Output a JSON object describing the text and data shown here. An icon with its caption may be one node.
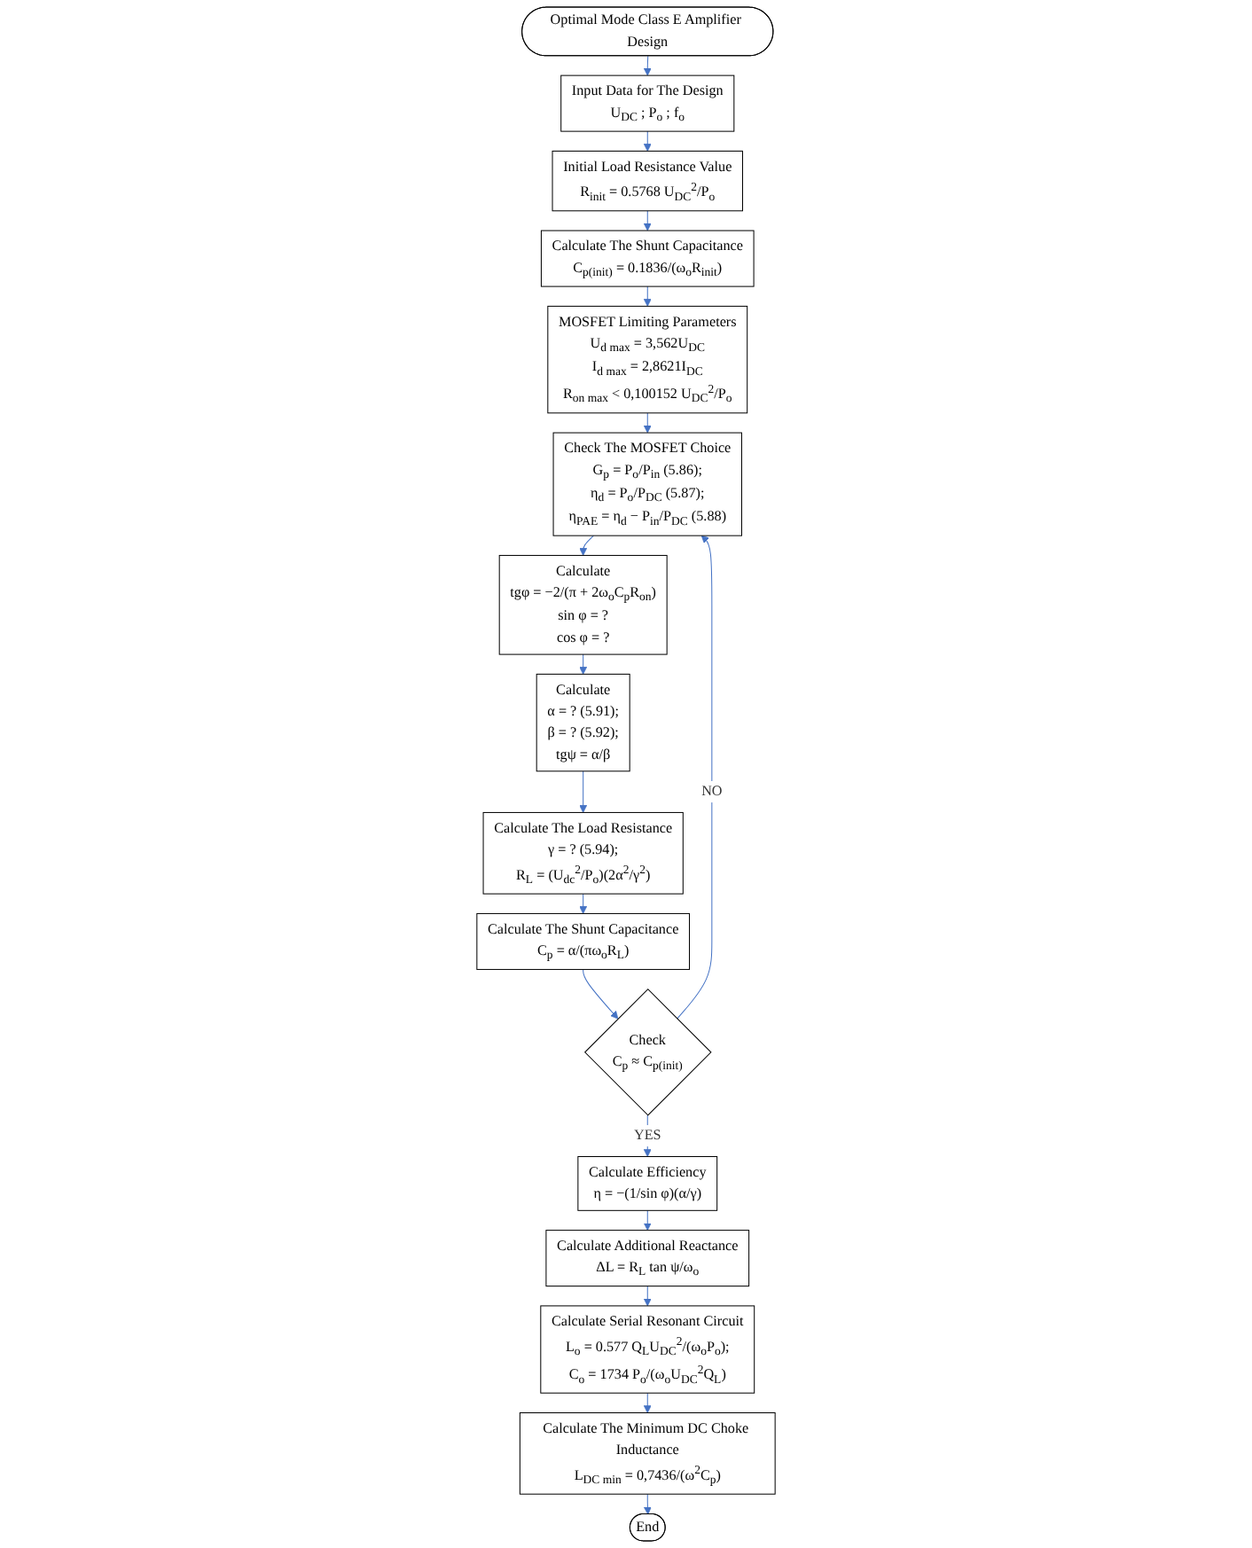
{
  "diagram": {
    "nodes": [
      {
        "text": [
          "Optimal Mode Class E Amplifier Design"
        ]
      },
      {
        "text": [
          "Input Data for The Design",
          "U$_{DC}$ ; P$_{o}$ ; f$_{o}$"
        ]
      },
      {
        "text": [
          "Initial Load Resistance Value",
          "R$_{init}$ = 0.5768 U$_{DC}$$^{2}$/P$_{o}$"
        ]
      },
      {
        "text": [
          "Calculate The Shunt Capacitance",
          "C$_{p(init)}$ = 0.1836/(ω$_{o}$R$_{init}$)"
        ]
      },
      {
        "text": [
          "MOSFET Limiting Parameters",
          "U$_{d max}$ = 3,562U$_{DC}$",
          "I$_{d max}$ = 2,8621I$_{DC}$",
          "R$_{on max}$ < 0,100152 U$_{DC}$$^{2}$/P$_{o}$"
        ]
      },
      {
        "text": [
          "Check The MOSFET Choice",
          "G$_{p}$ = P$_{o}$/P$_{in}$ (5.86);",
          "η$_{d}$ = P$_{o}$/P$_{DC}$ (5.87);",
          "η$_{PAE}$ = η$_{d}$ − P$_{in}$/P$_{DC}$ (5.88)"
        ]
      },
      {
        "text": [
          "Calculate",
          "tgφ = −2/(π + 2ω$_{o}$C$_{p}$R$_{on}$)",
          "sin φ = ?",
          "cos φ = ?"
        ]
      },
      {
        "text": [
          "Calculate",
          "α = ? (5.91);",
          "β = ? (5.92);",
          "tgψ = α/β"
        ]
      },
      {
        "text": [
          "Calculate The Load Resistance",
          "γ = ? (5.94);",
          "R$_{L}$ = (U$_{dc}$$^{2}$/P$_{o}$)(2α$^{2}$/γ$^{2}$)"
        ]
      },
      {
        "text": [
          "Calculate The Shunt Capacitance",
          "C$_{p}$ = α/(πω$_{o}$R$_{L}$)"
        ]
      },
      {
        "text": [
          "Check",
          "C$_{p}$ ≈ C$_{p(init)}$"
        ]
      },
      {
        "text": [
          "Calculate Efficiency",
          "η = −(1/sin φ)(α/γ)"
        ]
      },
      {
        "text": [
          "Calculate Additional Reactance",
          "ΔL = R$_{L}$ tan ψ/ω$_{o}$"
        ]
      },
      {
        "text": [
          "Calculate Serial Resonant Circuit",
          "L$_{o}$ = 0.577 Q$_{L}$U$_{DC}$$^{2}$/(ω$_{o}$P$_{o}$);",
          "C$_{o}$ = 1734 P$_{o}$/(ω$_{o}$U$_{DC}$$^{2}$Q$_{L}$)"
        ]
      },
      {
        "text": [
          "Calculate The Minimum DC Choke Inductance",
          "L$_{DC min}$ = 0,7436/(ω$^{2}$C$_{p}$)"
        ]
      },
      {
        "text": [
          "End"
        ]
      }
    ],
    "edges": [
      {
        "from": 0,
        "to": 1,
        "arrow": "to"
      },
      {
        "from": 1,
        "to": 2,
        "arrow": "to"
      },
      {
        "from": 2,
        "to": 3,
        "arrow": "to"
      },
      {
        "from": 3,
        "to": 4,
        "arrow": "to"
      },
      {
        "from": 4,
        "to": 5,
        "arrow": "to"
      },
      {
        "from": 5,
        "to": 6,
        "arrow": "to"
      },
      {
        "from": 6,
        "to": 7,
        "arrow": "to"
      },
      {
        "from": 7,
        "to": 8,
        "arrow": "to"
      },
      {
        "from": 8,
        "to": 9,
        "arrow": "to"
      },
      {
        "from": 9,
        "to": 10,
        "arrow": "to"
      },
      {
        "from": 10,
        "to": 5,
        "arrow": "to",
        "label": "NO"
      },
      {
        "from": 10,
        "to": 11,
        "arrow": "to",
        "label": "YES"
      },
      {
        "from": 11,
        "to": 12,
        "arrow": "to"
      },
      {
        "from": 12,
        "to": 13,
        "arrow": "to"
      },
      {
        "from": 13,
        "to": 14,
        "arrow": "to"
      },
      {
        "from": 14,
        "to": 15,
        "arrow": "to"
      }
    ]
  }
}
